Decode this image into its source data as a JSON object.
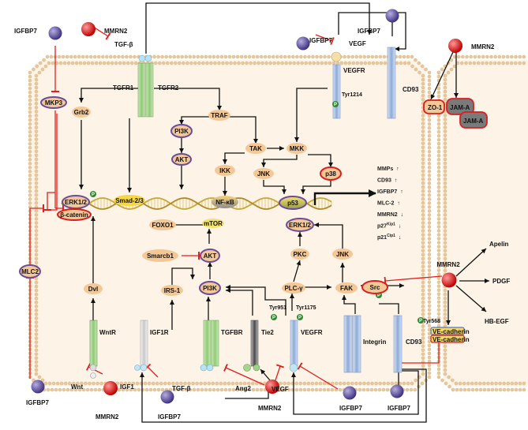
{
  "extracellular": {
    "igfbp7_topleft": "IGFBP7",
    "mmrn2_topleft": "MMRN2",
    "tgfb_top": "TGF-β",
    "igfbp7_vegf": "IGFBP7",
    "vegf_top": "VEGF",
    "igfbp7_cd93": "IGFBP7",
    "mmrn2_topright": "MMRN2",
    "wnt": "Wnt",
    "igf1": "IGF1",
    "tgfb_bottom": "TGF-β",
    "ang2": "Ang2",
    "vegf_bottom": "VEGF",
    "mmrn2_bottom_left": "MMRN2",
    "igfbp7_bottom_igf": "IGFBP7",
    "mmrn2_bottom_center": "MMRN2",
    "igfbp7_bottom_integrin": "IGFBP7",
    "igfbp7_bottom_cd93": "IGFBP7",
    "igfbp7_bottom_left": "IGFBP7"
  },
  "receptors": {
    "tgfr1": "TGFR1",
    "tgfr2": "TGFR2",
    "vegfr_top": "VEGFR",
    "tyr1214": "Tyr1214",
    "cd93_top": "CD93",
    "wntr": "WntR",
    "igf1r": "IGF1R",
    "tgfbr": "TGFBR",
    "tie2": "Tie2",
    "vegfr_bottom": "VEGFR",
    "tyr951": "Tyr951",
    "tyr1175": "Tyr1175",
    "integrin": "Integrin",
    "cd93_bottom": "CD93",
    "tyr568": "Tyr568"
  },
  "nodes": {
    "mkp3": "MKP3",
    "grb2": "Grb2",
    "erk_left": "ERK1/2",
    "smad": "Smad-2/3",
    "bcatenin": "β-catenin",
    "mlc2": "MLC2",
    "dvl": "Dvl",
    "irs1": "IRS-1",
    "traf": "TRAF",
    "pi3k_top": "PI3K",
    "akt_top": "AKT",
    "foxo1": "FOXO1",
    "mtor": "mTOR",
    "tak": "TAK",
    "mkk": "MKK",
    "ikk": "IKK",
    "jnk_mid": "JNK",
    "p38": "p38",
    "nfkb": "NF-κB",
    "p53": "p53",
    "erk_mid": "ERK1/2",
    "smarcb1": "Smarcb1",
    "akt_mid": "AKT",
    "pkc": "PKC",
    "jnk_right": "JNK",
    "pi3k_bottom": "PI3K",
    "plcg": "PLC-γ",
    "fak": "FAK",
    "src": "Src",
    "zo1": "ZO-1",
    "jama1": "JAM-A",
    "jama2": "JAM-A",
    "vecad1": "VE-cadherin",
    "vecad2": "VE-cadherin",
    "mmrn2_right": "MMRN2"
  },
  "outcomes": [
    {
      "base": "MMPs",
      "sup": "",
      "dir": "↑"
    },
    {
      "base": "CD93",
      "sup": "",
      "dir": "↑"
    },
    {
      "base": "IGFBP7",
      "sup": "",
      "dir": "↑"
    },
    {
      "base": "MLC-2",
      "sup": "",
      "dir": "↑"
    },
    {
      "base": "MMRN2",
      "sup": "",
      "dir": "↓"
    },
    {
      "base": "p27",
      "sup": "Kip1",
      "dir": "↓"
    },
    {
      "base": "p21",
      "sup": "Cip1",
      "dir": "↓"
    }
  ],
  "secreted": {
    "apelin": "Apelin",
    "pdgf": "PDGF",
    "hbegf": "HB-EGF"
  },
  "phospho_symbol": "P",
  "colors": {
    "membrane_bead": "#e8c89a",
    "membrane_fill": "#fdf3e6",
    "igfbp7": "#5b4f9e",
    "mmrn2": "#e01010",
    "node_fill": "#f3c896",
    "node_outline_purple": "#6a4c9c",
    "node_outline_red": "#d81e1e",
    "inhibit": "#e02020",
    "arrow": "#111111",
    "phospho": "#2e8b2e",
    "jam": "#7a7a7a",
    "receptor_green": "#9fd38a",
    "receptor_blue": "#9fb8e0",
    "receptor_gray": "#999999"
  }
}
